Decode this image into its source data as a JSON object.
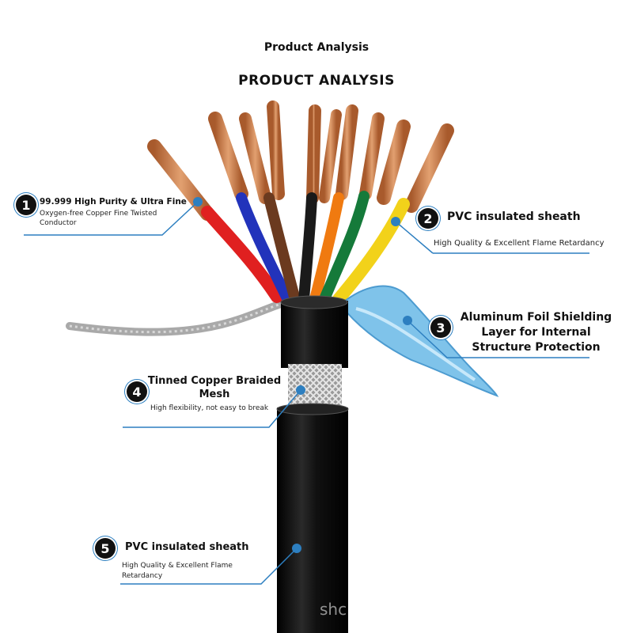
{
  "header": {
    "small_title": "Product Analysis",
    "main_title": "PRODUCT ANALYSIS"
  },
  "callouts": [
    {
      "number": "1",
      "title": "99.999 High Purity & Ultra Fine",
      "desc": "Oxygen-free Copper Fine Twisted Conductor"
    },
    {
      "number": "2",
      "title": "PVC insulated sheath",
      "desc": "High Quality & Excellent Flame Retardancy"
    },
    {
      "number": "3",
      "title": "Aluminum Foil Shielding Layer for Internal Structure Protection",
      "desc": ""
    },
    {
      "number": "4",
      "title": "Tinned Copper Braided Mesh",
      "desc": "High flexibility, not easy to break"
    },
    {
      "number": "5",
      "title": "PVC insulated sheath",
      "desc": "High Quality & Excellent Flame Retardancy"
    }
  ],
  "watermark": "shc",
  "colors": {
    "accent_line": "#2d7fc0",
    "sheath": "#111111",
    "copper": "#c97a45",
    "foil": "#7fc3ea"
  },
  "wire_colors": [
    "#e02020",
    "#2233bb",
    "#6b3a1f",
    "#1a1a1a",
    "#f07a10",
    "#157a3a",
    "#f2d21a"
  ]
}
